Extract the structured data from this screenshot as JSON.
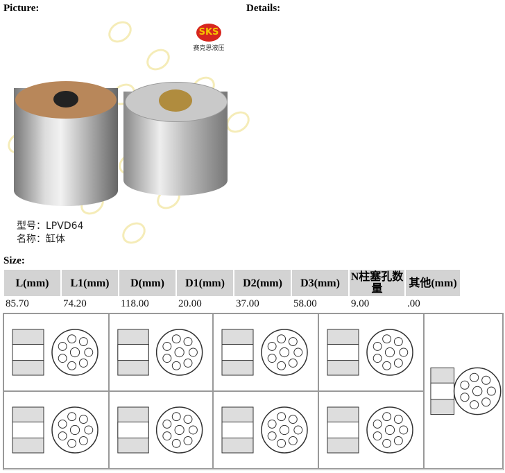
{
  "labels": {
    "picture": "Picture:",
    "details": "Details:",
    "size": "Size:"
  },
  "logo": {
    "text": "SKS",
    "caption": "赛克思液压"
  },
  "product": {
    "model_label": "型号：",
    "model": "LPVD64",
    "name_label": "名称：",
    "name": "缸体"
  },
  "table": {
    "headers": [
      "L(mm)",
      "L1(mm)",
      "D(mm)",
      "D1(mm)",
      "D2(mm)",
      "D3(mm)",
      "N柱塞孔数量",
      "其他(mm)"
    ],
    "values": [
      "85.70",
      "74.20",
      "118.00",
      "20.00",
      "37.00",
      "58.00",
      "9.00",
      ".00"
    ]
  },
  "colors": {
    "logo_red": "#d7261e",
    "logo_yellow": "#f5c400",
    "header_bg": "#d3d3d3"
  }
}
